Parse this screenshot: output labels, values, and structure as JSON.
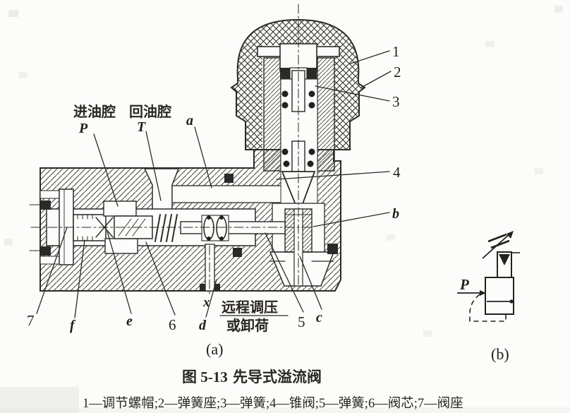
{
  "figure": {
    "caption_number": "图 5-13",
    "caption_title": "先导式溢流阀",
    "legend": "1—调节螺帽;2—弹簧座;3—弹簧;4—锥阀;5—弹簧;6—阀芯;7—阀座",
    "sub_a": "(a)",
    "sub_b": "(b)"
  },
  "annotations": {
    "inlet_chamber": "进油腔",
    "inlet_port": "P",
    "return_chamber": "回油腔",
    "return_port": "T",
    "remote_line1": "远程调压",
    "remote_line2": "或卸荷",
    "passage_a": "a",
    "passage_b": "b",
    "passage_c": "c",
    "passage_d": "d",
    "passage_e": "e",
    "passage_f": "f",
    "port_x": "x",
    "part_1": "1",
    "part_2": "2",
    "part_3": "3",
    "part_4": "4",
    "part_5": "5",
    "part_6": "6",
    "part_7": "7"
  },
  "symbol": {
    "port_p": "P"
  },
  "colors": {
    "ink": "#2f2d2a",
    "paper": "#fcfcfa"
  }
}
